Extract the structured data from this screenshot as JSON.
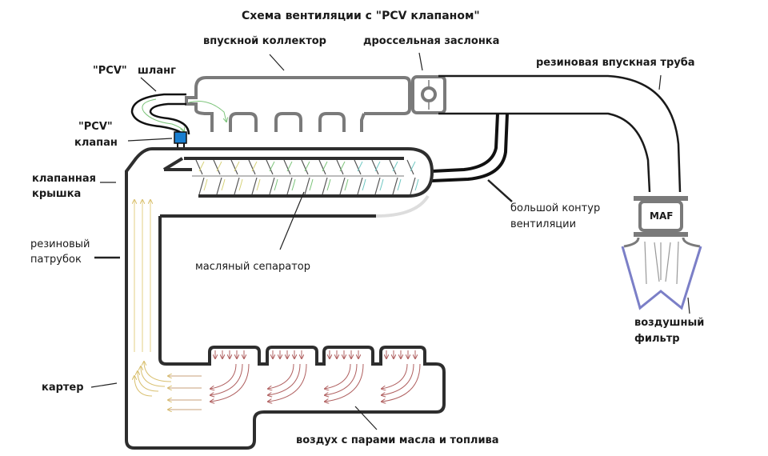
{
  "title": "Схема вентиляции с \"PCV клапаном\"",
  "labels": {
    "intake_manifold": "впускной коллектор",
    "throttle": "дроссельная заслонка",
    "rubber_intake_pipe": "резиновая впускная труба",
    "pcv_hose_q": "\"PCV\"",
    "pcv_hose": "шланг",
    "pcv_valve_q": "\"PCV\"",
    "pcv_valve": "клапан",
    "valve_cover_1": "клапанная",
    "valve_cover_2": "крышка",
    "rubber_pipe_1": "резиновый",
    "rubber_pipe_2": "патрубок",
    "oil_separator": "масляный сепаратор",
    "big_loop_1": "большой контур",
    "big_loop_2": "вентиляции",
    "maf": "MAF",
    "air_filter_1": "воздушный",
    "air_filter_2": "фильтр",
    "crankcase": "картер",
    "blowby": "воздух с парами масла и топлива"
  },
  "colors": {
    "outline_dark": "#2e2e2e",
    "outline_gray": "#7a7a7a",
    "pcv_valve": "#1a7fd0",
    "filter": "#7b7fc7",
    "flow_green": "#7cc47a",
    "flow_teal": "#6fc7c2",
    "flow_yellow": "#e8d88a",
    "flow_red": "#b06060"
  }
}
